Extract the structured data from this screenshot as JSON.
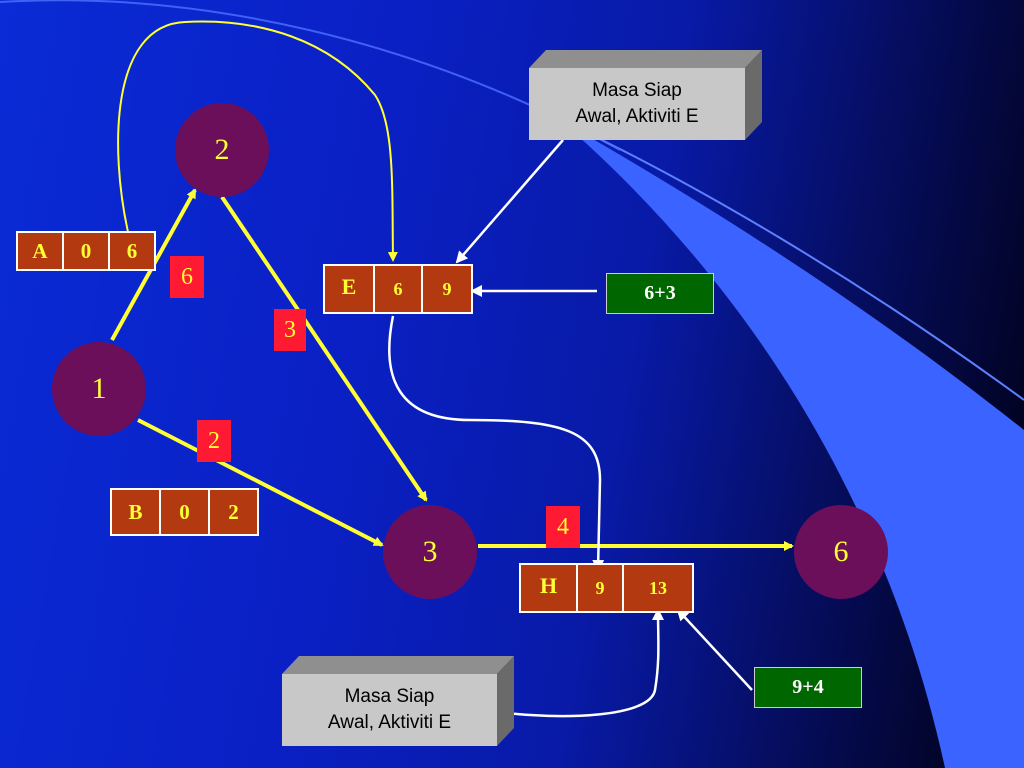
{
  "nodes": {
    "n1": "1",
    "n2": "2",
    "n3": "3",
    "n6": "6"
  },
  "durations": {
    "a": "6",
    "e": "3",
    "b": "2",
    "h": "4"
  },
  "activity_a": {
    "name": "A",
    "start": "0",
    "finish": "6"
  },
  "activity_b": {
    "name": "B",
    "start": "0",
    "finish": "2"
  },
  "activity_e": {
    "name": "E",
    "start": "6",
    "finish": "9"
  },
  "activity_h": {
    "name": "H",
    "start": "9",
    "finish": "13"
  },
  "calc_e": "6+3",
  "calc_h": "9+4",
  "callout_top": {
    "line1": "Masa Siap",
    "line2": "Awal, Aktiviti E"
  },
  "callout_bottom": {
    "line1": "Masa Siap",
    "line2": "Awal, Aktiviti E"
  },
  "colors": {
    "node": "#6b0f5a",
    "node_text": "#ffff33",
    "tag": "#ff1a33",
    "activity_cell": "#b33a10",
    "arrow": "#ffff33",
    "calc_box": "#006600"
  }
}
